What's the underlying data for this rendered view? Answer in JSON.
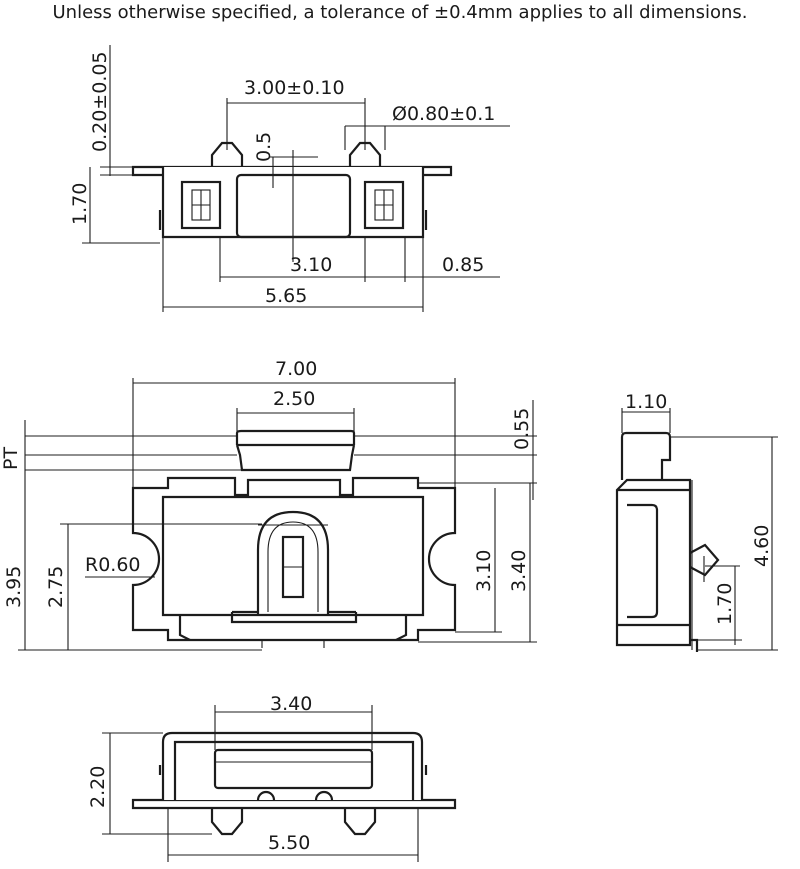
{
  "note": "Unless otherwise specified, a tolerance of ±0.4mm applies to all dimensions.",
  "top_view": {
    "d_thickness": "0.20±0.05",
    "d_pitch": "3.00±0.10",
    "d_peg": "Ø0.80±0.1",
    "d_small": "0.5",
    "d_height": "1.70",
    "d_inner": "3.10",
    "d_edge": "0.85",
    "d_width": "5.65"
  },
  "front_view": {
    "d_total": "7.00",
    "d_actuator": "2.50",
    "d_travel": "0.55",
    "d_pt": "PT",
    "d_radius": "R0.60",
    "d_h1": "3.95",
    "d_h2": "2.75",
    "d_h3": "3.10",
    "d_h4": "3.40"
  },
  "side_view": {
    "d_top": "1.10",
    "d_total": "4.60",
    "d_peg": "1.70"
  },
  "bottom_view": {
    "d_actuator": "3.40",
    "d_height": "2.20",
    "d_width": "5.50"
  }
}
